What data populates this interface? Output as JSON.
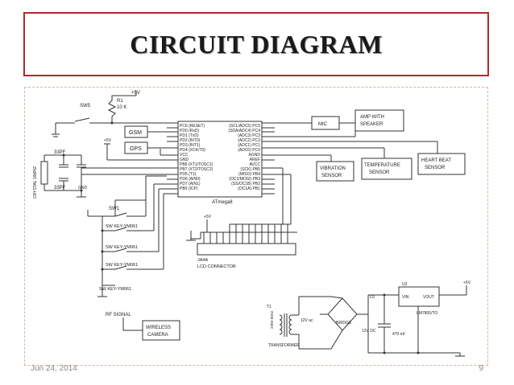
{
  "slide": {
    "title": "CIRCUIT DIAGRAM",
    "footer_date": "Jun 24, 2014",
    "page_number": "9"
  },
  "schematic": {
    "switch_top": {
      "ref": "SW5",
      "res_ref": "R1",
      "res_val": "10 K",
      "vcc": "+5V"
    },
    "crystal": {
      "label": "CRYSTAL 16MHZ",
      "cap1": "33PF",
      "cap2": "33PF",
      "gnd": "GND"
    },
    "gsm": "GSM",
    "gps": "GPS",
    "mcu": {
      "name": "ATmega8",
      "vcc": "+5V",
      "left_pins": [
        "PC6 (RESET)",
        "PD0 (RxD)",
        "PD1 (TxD)",
        "PD2 (INT0)",
        "PD3 (INT1)",
        "PD4 (XCK/T0)",
        "VCC",
        "GND",
        "PB6 (XT1/TOSC1)",
        "PB7 (XT2/TOSC2)",
        "PD5 (T1)",
        "PD6 (AIN0)",
        "PD7 (AIN1)",
        "PB0 (ICP)"
      ],
      "right_pins": [
        "(SCL/ADC5) PC5",
        "(SDA/ADC4) PC4",
        "(ADC3) PC3",
        "(ADC2) PC2",
        "(ADC1) PC1",
        "(ADC0) PC0",
        "AGND",
        "AREF",
        "AVCC",
        "(SCK) PB5",
        "(MISO) PB4",
        "(OC2/MOSI) PB3",
        "(SS/OC1B) PB2",
        "(OC1A) PB1"
      ]
    },
    "mic": "MIC",
    "amp": [
      "AMP WITH",
      "SPEAKER"
    ],
    "vibration": [
      "VIBRATION",
      "SENSOR"
    ],
    "temperature": [
      "TEMPERATURE",
      "SENSOR"
    ],
    "heart": [
      "HEART BEAT",
      "SENSOR"
    ],
    "switches": {
      "sw1": "SW1",
      "keys": [
        "SW KEY-YM061",
        "SW KEY-YM061",
        "SW KEY-YM061",
        "SW KEY-YM061"
      ]
    },
    "lcd": {
      "ref": "JA4A",
      "label": "LCD CONNECTOR",
      "vcc": "+5V"
    },
    "rf": {
      "label": "RF SIGNAL",
      "box": [
        "WIRELESS",
        "CAMERA"
      ]
    },
    "power": {
      "transformer_ref": "T1",
      "transformer_label": "TRANSFORMER",
      "primary": "230V 50Hz",
      "secondary": "12V ac",
      "bridge": "BRIDGE",
      "dc": "12V DC",
      "diode": "D1",
      "cap": "470 mf",
      "reg_ref": "U2",
      "vin": "VIN",
      "vout": "VOUT",
      "reg_name": "LM7805/TO",
      "out": "+5V"
    }
  }
}
